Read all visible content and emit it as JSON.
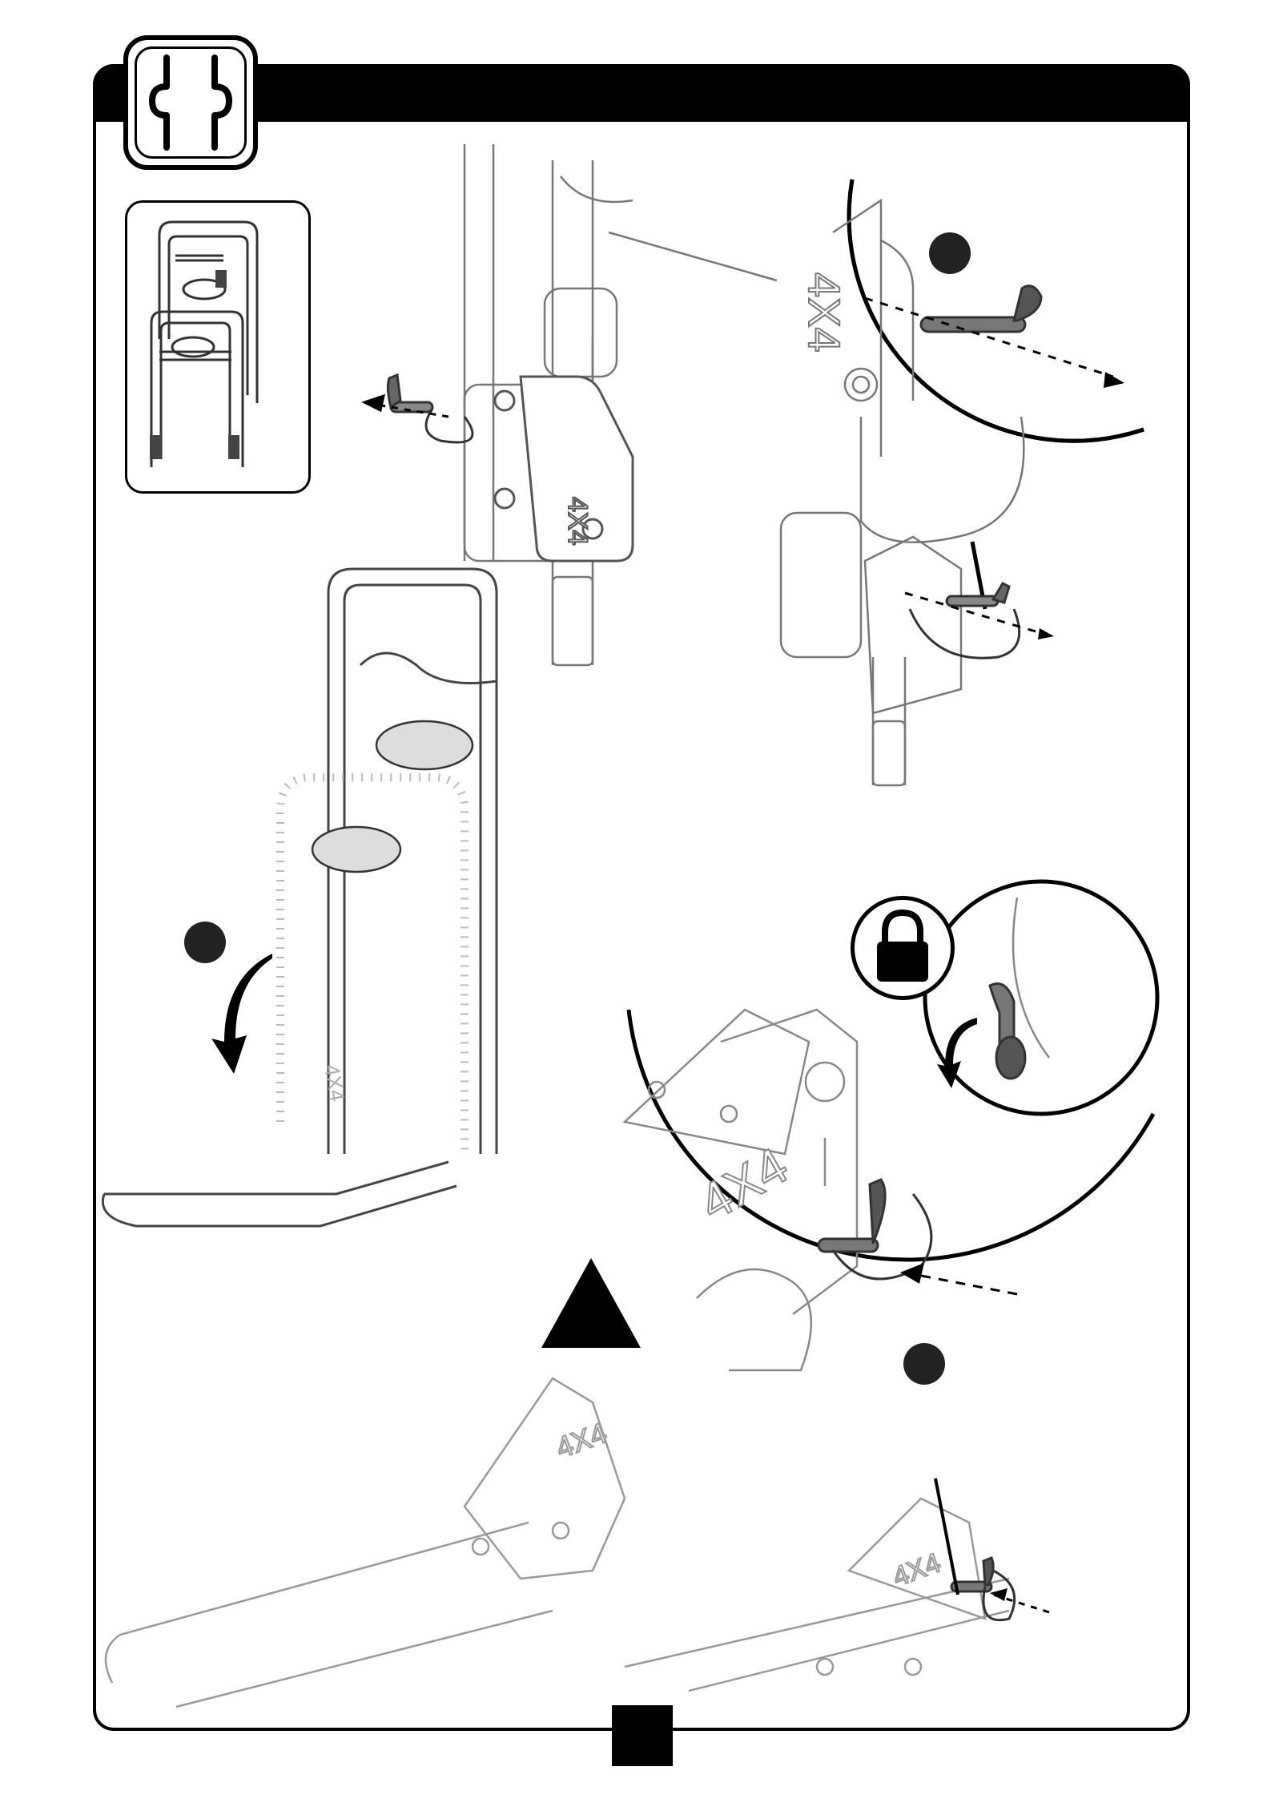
{
  "page": {
    "page_number": ""
  },
  "labels": {
    "brand_top_rack": "4X4",
    "brand_zoom_top": "4X4",
    "brand_zoom_bottom": "4X4",
    "brand_bottom_left": "4X4",
    "brand_bottom_right": "4X4",
    "brand_folded": "4X4"
  },
  "icons": {
    "header_icon": "assembly-puzzle-icon",
    "lock_icon": "padlock-icon",
    "warning_icon": "warning-triangle-icon"
  },
  "colors": {
    "ink": "#000000",
    "line": "#333333",
    "light_line": "#9a9a9a",
    "ghost_fill": "#c8c8c8",
    "part_fill": "#555555"
  }
}
